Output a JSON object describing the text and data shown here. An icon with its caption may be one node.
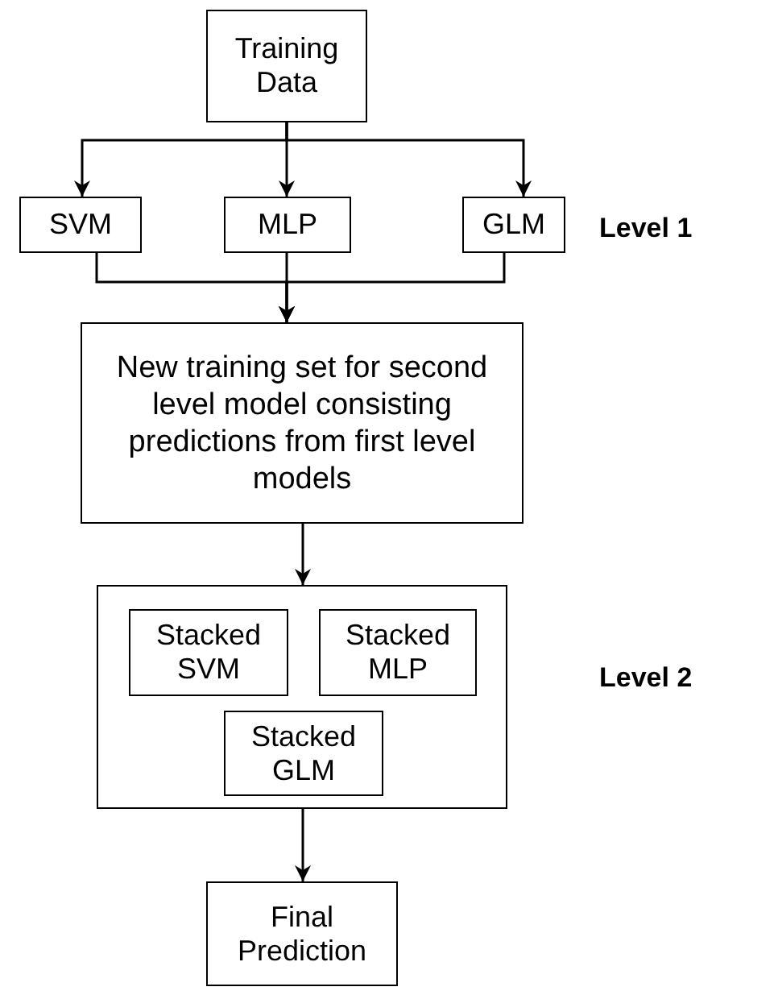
{
  "diagram": {
    "nodes": [
      {
        "text": [
          "Training Data"
        ]
      },
      {
        "text": [
          "SVM"
        ]
      },
      {
        "text": [
          "MLP"
        ]
      },
      {
        "text": [
          "GLM"
        ]
      },
      {
        "text": [
          "New training set for second level model consisting predictions from first level models"
        ]
      },
      {
        "text": [],
        "shape": "box"
      },
      {
        "text": [
          "Stacked SVM"
        ],
        "in": 5
      },
      {
        "text": [
          "Stacked MLP"
        ],
        "in": 5
      },
      {
        "text": [
          "Stacked GLM"
        ],
        "in": 5
      },
      {
        "text": [
          "Final Prediction"
        ]
      }
    ],
    "edges": [
      {
        "from": 0,
        "to": 1,
        "arrow": "to"
      },
      {
        "from": 0,
        "to": 2,
        "arrow": "to"
      },
      {
        "from": 0,
        "to": 3,
        "arrow": "to"
      },
      {
        "from": 1,
        "to": 4,
        "arrow": "to"
      },
      {
        "from": 2,
        "to": 4,
        "arrow": "to"
      },
      {
        "from": 3,
        "to": 4,
        "arrow": "to"
      },
      {
        "from": 4,
        "to": 5,
        "arrow": "to"
      },
      {
        "from": 5,
        "to": 9,
        "arrow": "to"
      }
    ],
    "labels": [
      "Level 1",
      "Level 2"
    ]
  }
}
